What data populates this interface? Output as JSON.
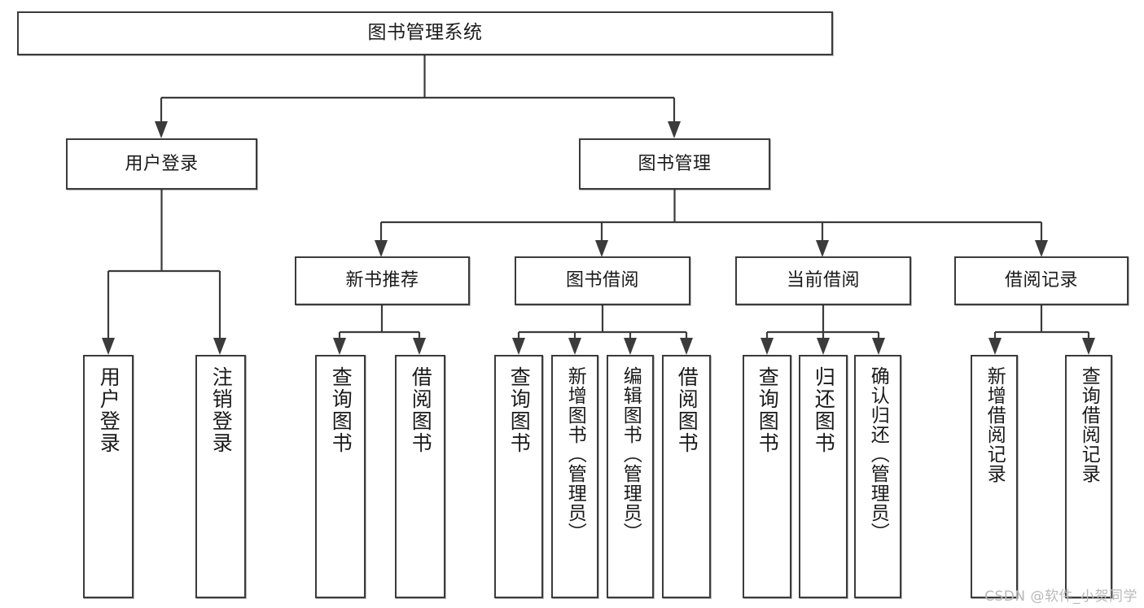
{
  "diagram": {
    "title": "图书管理系统",
    "type": "tree-hierarchy",
    "watermark": "CSDN @软件_小贺同学",
    "colors": {
      "stroke": "#3b3b3b",
      "fill": "#ffffff",
      "text": "#1a1a1a",
      "watermark": "#b9b9b9"
    },
    "nodes": {
      "root": {
        "label": "图书管理系统"
      },
      "level2": [
        {
          "id": "user-login",
          "label": "用户登录"
        },
        {
          "id": "book-manage",
          "label": "图书管理"
        }
      ],
      "level3": [
        {
          "id": "new-book-rec",
          "label": "新书推荐"
        },
        {
          "id": "book-borrow",
          "label": "图书借阅"
        },
        {
          "id": "current-borrow",
          "label": "当前借阅"
        },
        {
          "id": "borrow-record",
          "label": "借阅记录"
        }
      ],
      "leaves": {
        "user-login": [
          {
            "id": "leaf-user-login",
            "label": "用户登录"
          },
          {
            "id": "leaf-logout",
            "label": "注销登录"
          }
        ],
        "new-book-rec": [
          {
            "id": "leaf-query-book-1",
            "label": "查询图书"
          },
          {
            "id": "leaf-borrow-book-1",
            "label": "借阅图书"
          }
        ],
        "book-borrow": [
          {
            "id": "leaf-query-book-2",
            "label": "查询图书"
          },
          {
            "id": "leaf-add-book",
            "label": "新增图书（管理员）"
          },
          {
            "id": "leaf-edit-book",
            "label": "编辑图书（管理员）"
          },
          {
            "id": "leaf-borrow-book-2",
            "label": "借阅图书"
          }
        ],
        "current-borrow": [
          {
            "id": "leaf-query-book-3",
            "label": "查询图书"
          },
          {
            "id": "leaf-return-book",
            "label": "归还图书"
          },
          {
            "id": "leaf-confirm-return",
            "label": "确认归还（管理员）"
          }
        ],
        "borrow-record": [
          {
            "id": "leaf-add-record",
            "label": "新增借阅记录"
          },
          {
            "id": "leaf-query-record",
            "label": "查询借阅记录"
          }
        ]
      }
    }
  }
}
